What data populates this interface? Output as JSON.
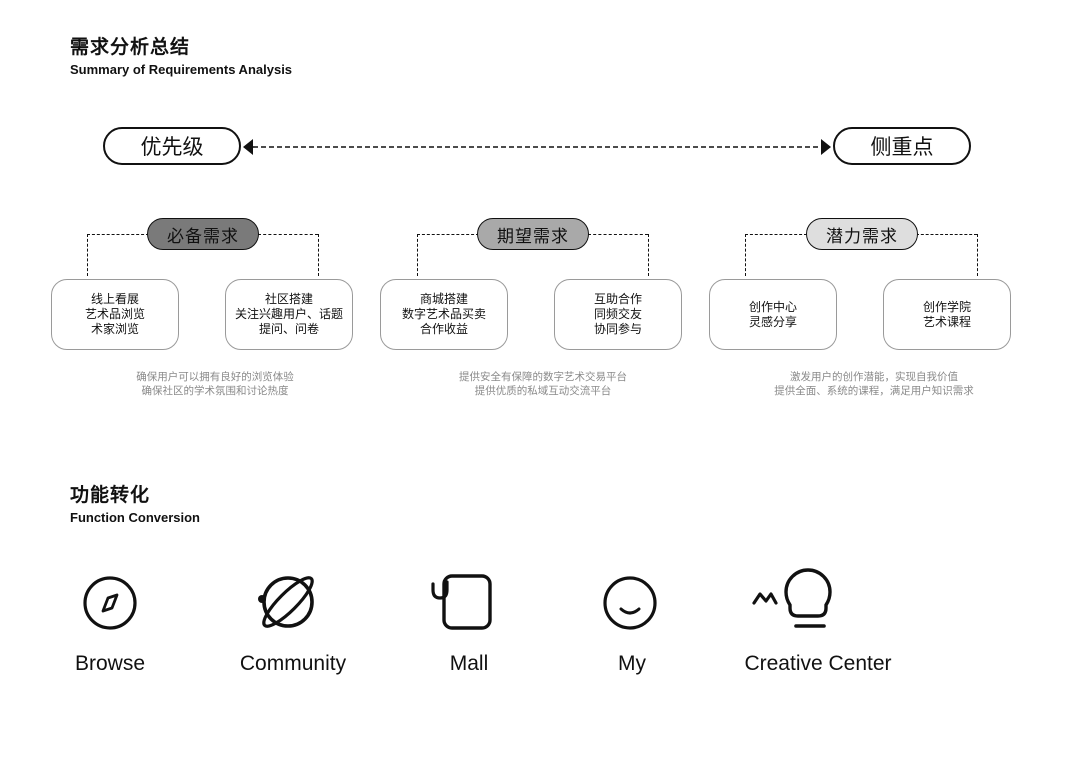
{
  "section1": {
    "title": "需求分析总结",
    "subtitle": "Summary of Requirements Analysis"
  },
  "axis": {
    "left_label": "优先级",
    "right_label": "侧重点"
  },
  "categories": [
    {
      "label": "必备需求",
      "fill": "#7a7a7a",
      "cards": [
        [
          "线上看展",
          "艺术品浏览",
          "术家浏览"
        ],
        [
          "社区搭建",
          "关注兴趣用户、话题",
          "提问、问卷"
        ]
      ],
      "desc": [
        "确保用户可以拥有良好的浏览体验",
        "确保社区的学术氛围和讨论热度"
      ]
    },
    {
      "label": "期望需求",
      "fill": "#a9a9a9",
      "cards": [
        [
          "商城搭建",
          "数字艺术品买卖",
          "合作收益"
        ],
        [
          "互助合作",
          "同频交友",
          "协同参与"
        ]
      ],
      "desc": [
        "提供安全有保障的数字艺术交易平台",
        "提供优质的私域互动交流平台"
      ]
    },
    {
      "label": "潜力需求",
      "fill": "#dedede",
      "cards": [
        [
          "创作中心",
          "灵感分享"
        ],
        [
          "创作学院",
          "艺术课程"
        ]
      ],
      "desc": [
        "激发用户的创作潜能，实现自我价值",
        "提供全面、系统的课程，满足用户知识需求"
      ]
    }
  ],
  "section2": {
    "title": "功能转化",
    "subtitle": "Function Conversion"
  },
  "functions": [
    {
      "label": "Browse",
      "icon": "compass-icon"
    },
    {
      "label": "Community",
      "icon": "planet-icon"
    },
    {
      "label": "Mall",
      "icon": "shopping-bag-icon"
    },
    {
      "label": "My",
      "icon": "smiley-icon"
    },
    {
      "label": "Creative Center",
      "icon": "lightbulb-icon"
    }
  ]
}
